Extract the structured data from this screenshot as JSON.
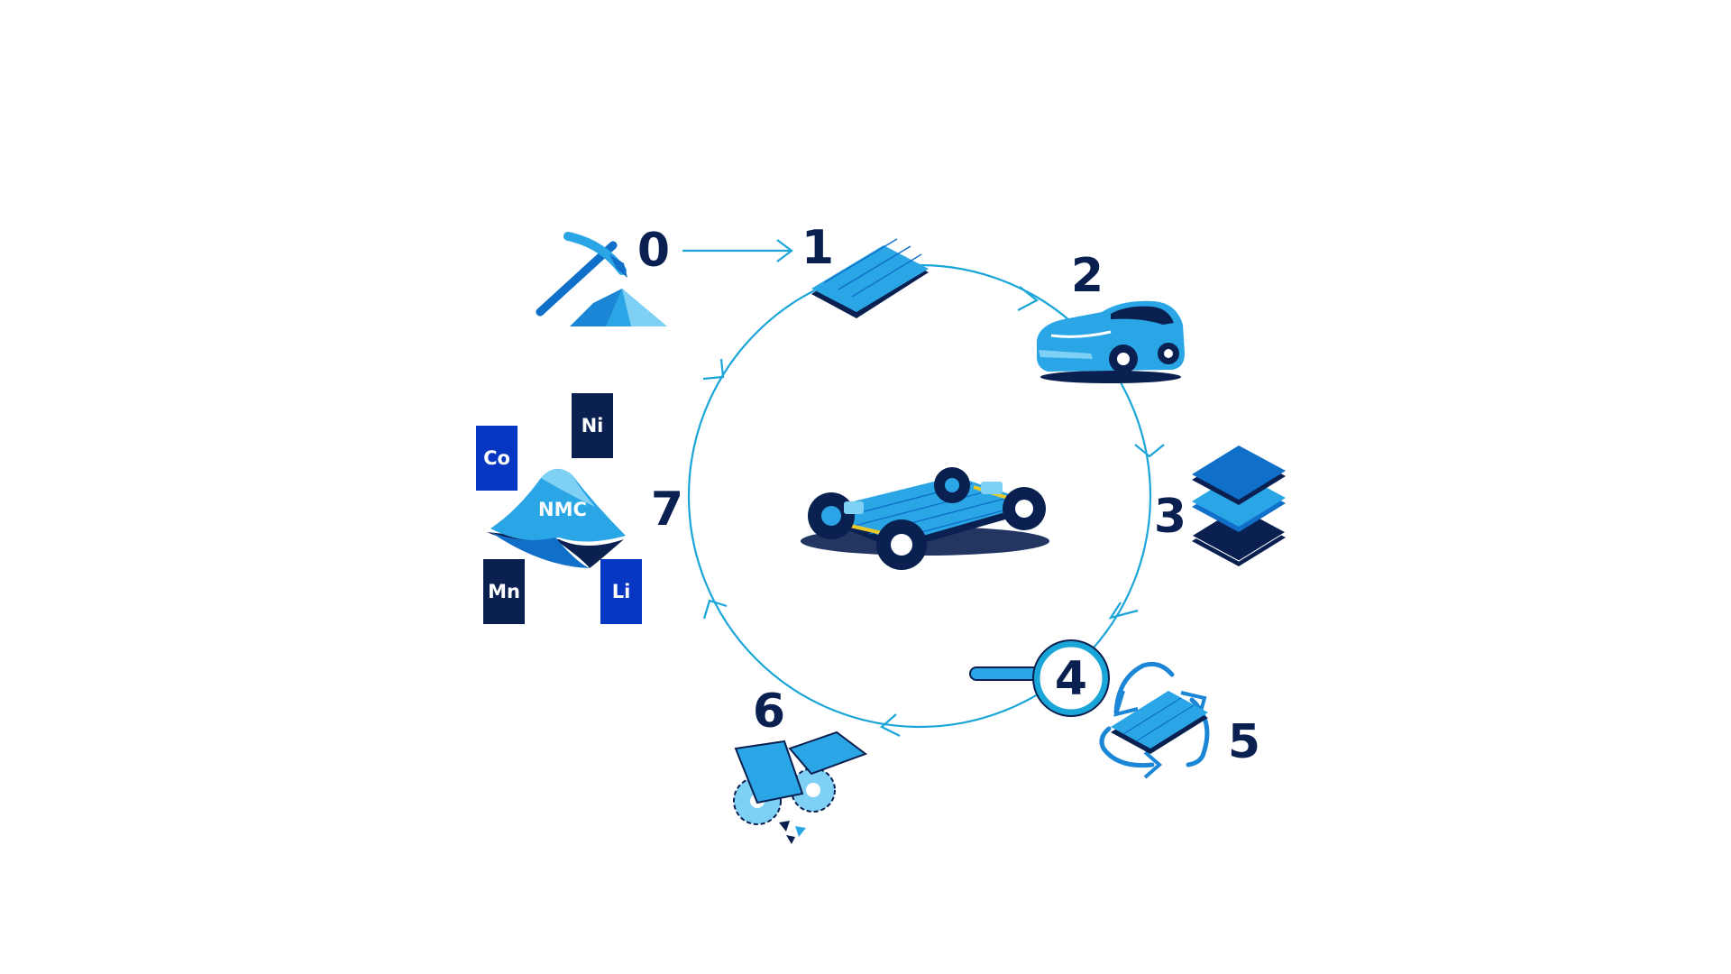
{
  "colors": {
    "navy": "#0a2050",
    "blue": "#0f6fc9",
    "light_blue": "#2aa6e6",
    "pale_blue": "#7fd0f5",
    "royal_blue": "#0736c2",
    "cycle_line": "#1aa5d8"
  },
  "steps": [
    {
      "number": "0",
      "icon": "mining-pickaxe-icon"
    },
    {
      "number": "1",
      "icon": "battery-module-icon"
    },
    {
      "number": "2",
      "icon": "electric-car-icon"
    },
    {
      "number": "3",
      "icon": "battery-layers-icon"
    },
    {
      "number": "4",
      "icon": "magnifier-icon"
    },
    {
      "number": "5",
      "icon": "recycle-battery-icon"
    },
    {
      "number": "6",
      "icon": "shredder-gears-icon"
    },
    {
      "number": "7",
      "icon": "nmc-raw-materials-icon"
    }
  ],
  "center_icon": "battery-chassis-platform-icon",
  "materials": {
    "nmc": "NMC",
    "co": "Co",
    "ni": "Ni",
    "mn": "Mn",
    "li": "Li"
  }
}
